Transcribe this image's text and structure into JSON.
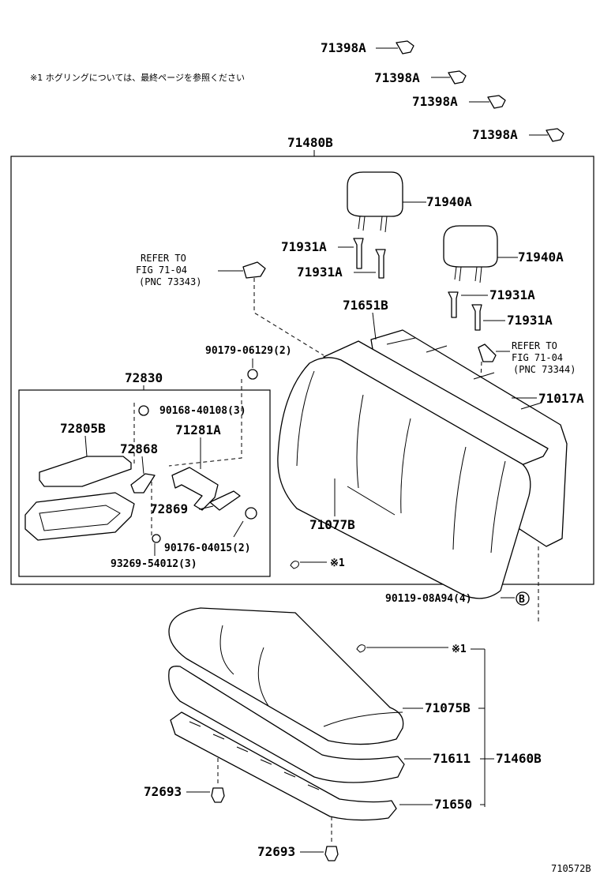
{
  "note": {
    "text": "※1  ホグリングについては、最終ページを参照ください"
  },
  "parts": {
    "p71398a": "71398A",
    "p71480b": "71480B",
    "p71940a": "71940A",
    "p71931a": "71931A",
    "p71651b": "71651B",
    "p71017a": "71017A",
    "p71077b": "71077B",
    "p72830": "72830",
    "p72805b": "72805B",
    "p72868": "72868",
    "p71281a": "71281A",
    "p72869": "72869",
    "p90179": "90179-06129(2)",
    "p90168": "90168-40108(3)",
    "p90176": "90176-04015(2)",
    "p93269": "93269-54012(3)",
    "p90119": "90119-08A94(4)",
    "p71075b": "71075B",
    "p71611": "71611",
    "p71460b": "71460B",
    "p71650": "71650",
    "p72693": "72693"
  },
  "refs": {
    "left": {
      "line1": "REFER TO",
      "line2": "FIG 71-04",
      "line3": "(PNC 73343)"
    },
    "right": {
      "line1": "REFER TO",
      "line2": "FIG 71-04",
      "line3": "(PNC 73344)"
    }
  },
  "markers": {
    "hog_ring": "※1",
    "circle_b": "B"
  },
  "figure_id": "710572B"
}
